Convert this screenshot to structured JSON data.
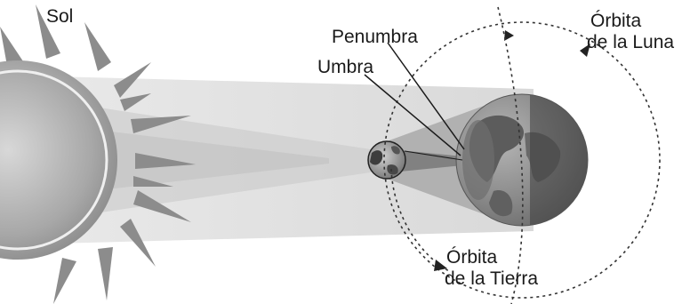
{
  "labels": {
    "sun": "Sol",
    "penumbra": "Penumbra",
    "umbra": "Umbra",
    "moon_orbit_line1": "Órbita",
    "moon_orbit_line2": "de la Luna",
    "earth_orbit_line1": "Órbita",
    "earth_orbit_line2": "de la Tierra"
  },
  "colors": {
    "sun_fill": "#9c9c9c",
    "sun_rays": "#8a8a8a",
    "light_beam": "#d6d6d6",
    "penumbra_shadow": "#b9b9b9",
    "umbra_shadow": "#8f8f8f",
    "earth_day": "#8d8d8d",
    "earth_night": "#5e5e5e",
    "orbit_line": "#333333"
  }
}
